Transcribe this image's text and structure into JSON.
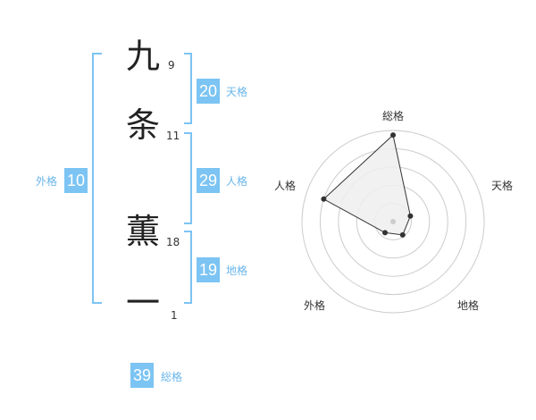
{
  "name": {
    "chars": [
      {
        "char": "九",
        "strokes": "9"
      },
      {
        "char": "条",
        "strokes": "11"
      },
      {
        "char": "薫",
        "strokes": "18"
      },
      {
        "char": "一",
        "strokes": "1"
      }
    ]
  },
  "scores": {
    "tenkaku": {
      "value": "20",
      "label": "天格"
    },
    "jinkaku": {
      "value": "29",
      "label": "人格"
    },
    "chikaku": {
      "value": "19",
      "label": "地格"
    },
    "gaikaku": {
      "value": "10",
      "label": "外格"
    },
    "soukaku": {
      "value": "39",
      "label": "総格"
    }
  },
  "radar": {
    "labels": {
      "top": "総格",
      "right": "天格",
      "bottom_right": "地格",
      "bottom_left": "外格",
      "left": "人格"
    },
    "levels": [
      0.95,
      0.2,
      0.18,
      0.15,
      0.8
    ],
    "colors": {
      "grid": "#cccccc",
      "fill": "#eeeeee",
      "line": "#333333",
      "point": "#333333",
      "center": "#cccccc"
    }
  },
  "colors": {
    "accent": "#7cc4f3",
    "bracket": "#7cc4f3",
    "label": "#6ab6ea"
  }
}
